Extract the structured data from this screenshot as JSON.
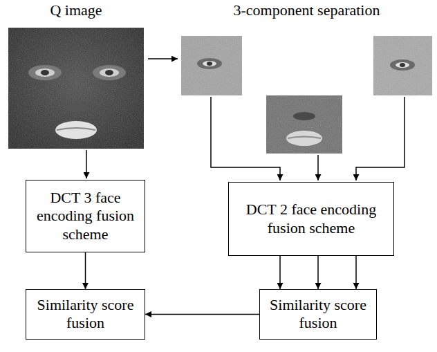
{
  "diagram": {
    "nodes": [
      {
        "text": [
          "DCT 3 face encoding fusion scheme"
        ]
      },
      {
        "text": [
          "DCT 2 face encoding fusion scheme"
        ]
      },
      {
        "text": [
          "Similarity score fusion"
        ]
      },
      {
        "text": [
          "Similarity score fusion"
        ]
      }
    ],
    "edges": [
      {
        "from": 0,
        "to": 2,
        "arrow": "to"
      },
      {
        "from": 1,
        "to": 3,
        "arrow": "to"
      },
      {
        "from": 1,
        "to": 3,
        "arrow": "to"
      },
      {
        "from": 1,
        "to": 3,
        "arrow": "to"
      },
      {
        "from": 3,
        "to": 2,
        "arrow": "to"
      }
    ],
    "labels": [
      "Q image",
      "3-component separation"
    ]
  }
}
